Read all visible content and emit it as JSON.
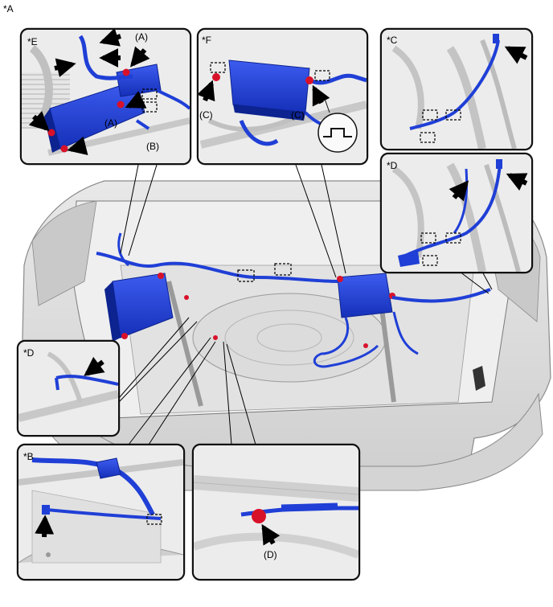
{
  "figure": {
    "main_label": "*A",
    "insets": [
      {
        "id": "E",
        "label": "*E",
        "callouts": [
          "(A)",
          "(A)",
          "(B)"
        ]
      },
      {
        "id": "F",
        "label": "*F",
        "callouts": [
          "(C)",
          "(C)"
        ]
      },
      {
        "id": "C",
        "label": "*C",
        "callouts": []
      },
      {
        "id": "D_right",
        "label": "*D",
        "callouts": []
      },
      {
        "id": "D_left",
        "label": "*D",
        "callouts": []
      },
      {
        "id": "B",
        "label": "*B",
        "callouts": []
      },
      {
        "id": "Dmark",
        "label": "",
        "callouts": [
          "(D)"
        ]
      }
    ]
  },
  "colors": {
    "harness": "#1f3fd6",
    "harness_dark": "#0c2390",
    "bolt": "#d8112a",
    "frame": "#111111",
    "body_gray": "#d8d8d8",
    "body_line": "#9a9a9a",
    "arrow": "#000000",
    "clip_box": "#000000"
  }
}
